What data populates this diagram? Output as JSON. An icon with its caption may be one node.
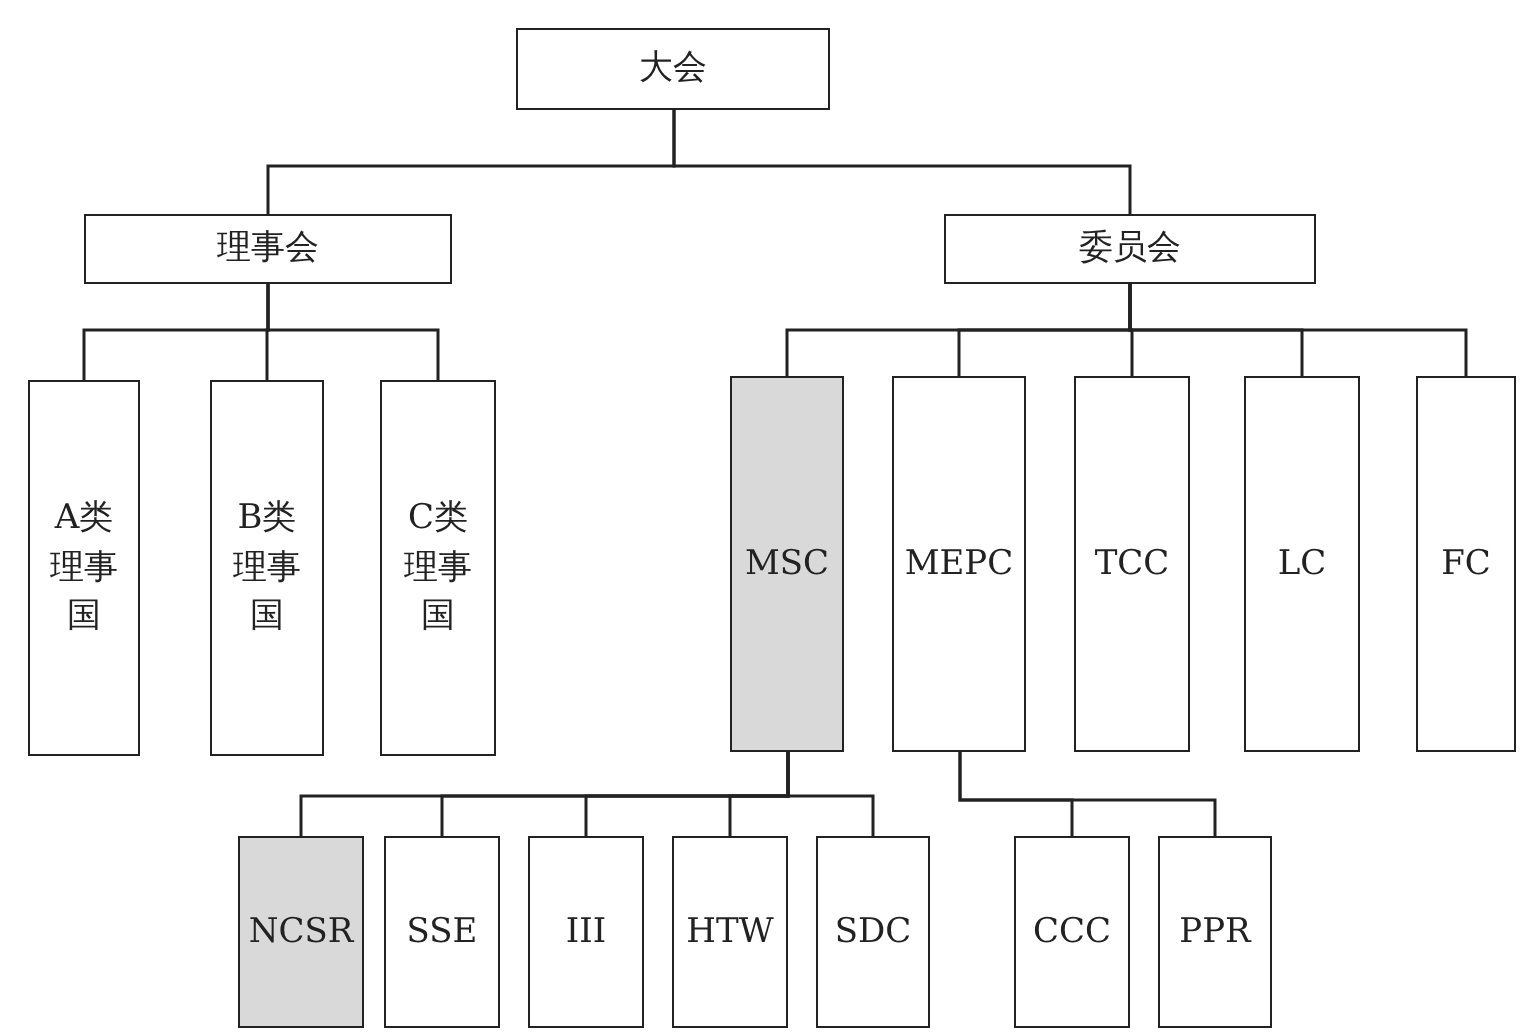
{
  "diagram": {
    "nodes": [
      {
        "text": [
          "大会"
        ]
      },
      {
        "text": [
          "理事会"
        ]
      },
      {
        "text": [
          "委员会"
        ]
      },
      {
        "text": [
          "A类理事国"
        ]
      },
      {
        "text": [
          "B类理事国"
        ]
      },
      {
        "text": [
          "C类理事国"
        ]
      },
      {
        "text": [
          "MSC"
        ]
      },
      {
        "text": [
          "MEPC"
        ]
      },
      {
        "text": [
          "TCC"
        ]
      },
      {
        "text": [
          "LC"
        ]
      },
      {
        "text": [
          "FC"
        ]
      },
      {
        "text": [
          "NCSR"
        ]
      },
      {
        "text": [
          "SSE"
        ]
      },
      {
        "text": [
          "III"
        ]
      },
      {
        "text": [
          "HTW"
        ]
      },
      {
        "text": [
          "SDC"
        ]
      },
      {
        "text": [
          "CCC"
        ]
      },
      {
        "text": [
          "PPR"
        ]
      }
    ],
    "edges": [
      {
        "from": 0,
        "to": 1,
        "arrow": "none"
      },
      {
        "from": 0,
        "to": 2,
        "arrow": "none"
      },
      {
        "from": 1,
        "to": 3,
        "arrow": "none"
      },
      {
        "from": 1,
        "to": 4,
        "arrow": "none"
      },
      {
        "from": 1,
        "to": 5,
        "arrow": "none"
      },
      {
        "from": 2,
        "to": 6,
        "arrow": "none"
      },
      {
        "from": 2,
        "to": 7,
        "arrow": "none"
      },
      {
        "from": 2,
        "to": 8,
        "arrow": "none"
      },
      {
        "from": 2,
        "to": 9,
        "arrow": "none"
      },
      {
        "from": 2,
        "to": 10,
        "arrow": "none"
      },
      {
        "from": 6,
        "to": 11,
        "arrow": "none"
      },
      {
        "from": 6,
        "to": 12,
        "arrow": "none"
      },
      {
        "from": 6,
        "to": 13,
        "arrow": "none"
      },
      {
        "from": 6,
        "to": 14,
        "arrow": "none"
      },
      {
        "from": 6,
        "to": 15,
        "arrow": "none"
      },
      {
        "from": 7,
        "to": 16,
        "arrow": "none"
      },
      {
        "from": 7,
        "to": 17,
        "arrow": "none"
      }
    ]
  }
}
